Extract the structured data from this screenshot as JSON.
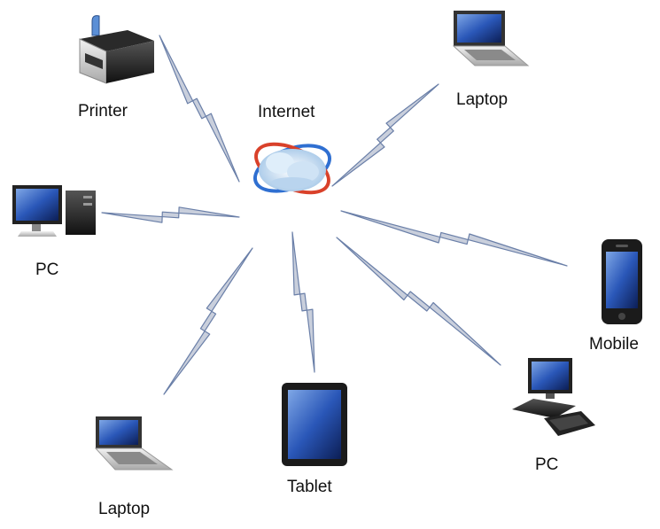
{
  "center": {
    "label": "Internet",
    "icon": "globe-network-icon"
  },
  "devices": [
    {
      "id": "printer",
      "label": "Printer",
      "icon": "printer-icon"
    },
    {
      "id": "laptop-top",
      "label": "Laptop",
      "icon": "laptop-icon"
    },
    {
      "id": "pc-left",
      "label": "PC",
      "icon": "desktop-pc-icon"
    },
    {
      "id": "mobile",
      "label": "Mobile",
      "icon": "smartphone-icon"
    },
    {
      "id": "laptop-bottom",
      "label": "Laptop",
      "icon": "laptop-icon"
    },
    {
      "id": "tablet",
      "label": "Tablet",
      "icon": "tablet-icon"
    },
    {
      "id": "pc-right",
      "label": "PC",
      "icon": "desktop-pc-icon"
    }
  ],
  "colors": {
    "bolt_fill": "#c9cfdc",
    "bolt_stroke": "#6a7fa8",
    "ring_red": "#d9412a",
    "ring_blue": "#2f6fd1",
    "screen": "#1f3f8c"
  }
}
